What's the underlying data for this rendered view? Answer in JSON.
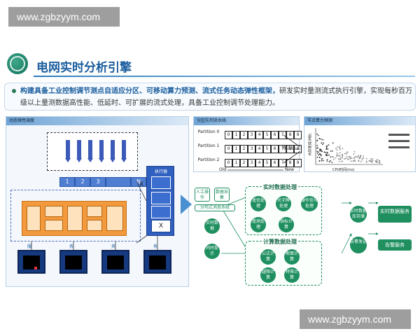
{
  "watermark": {
    "top": "www.zgbzyym.com",
    "bottom": "www.zgbzyym.com"
  },
  "header": {
    "title": "电网实时分析引擎"
  },
  "description": {
    "highlight": "构建具备工业控制调节测点自适应分区、可移动算力预测、流式任务动态弹性框架，",
    "rest": "研发实时量测流式执行引擎，实现每秒百万级以上量测数据高性能、低延时、可扩展的流式处理，具备工业控制调节处理能力。"
  },
  "left_panel": {
    "title": "动态弹性调度",
    "partitions": [
      "1",
      "2",
      "3",
      "",
      "N"
    ],
    "x_marker": "X",
    "executor_label": "执行器",
    "executor_x": "X",
    "server_labels": [
      "服",
      "务",
      "务",
      "务"
    ]
  },
  "partition_panel": {
    "title": "分区队列流水线",
    "rows": [
      {
        "label": "Partition 0",
        "cells": [
          "0",
          "1",
          "2",
          "3",
          "4",
          "5",
          "6",
          "7",
          "8",
          "9"
        ]
      },
      {
        "label": "Partition 1",
        "cells": [
          "0",
          "1",
          "2",
          "3",
          "4",
          "5",
          "6",
          "7",
          "8",
          "9"
        ]
      },
      {
        "label": "Partition 2",
        "cells": [
          "0",
          "1",
          "2",
          "3",
          "4",
          "5",
          "6",
          "7",
          "8",
          "9"
        ]
      }
    ],
    "writes_label": "Writes",
    "old_label": "Old",
    "new_label": "New"
  },
  "scatter_panel": {
    "title": "节点算力预测",
    "xlabel": "CPU时间(ms)",
    "ylabel": "内存使用(MB)"
  },
  "flow": {
    "inputs": [
      {
        "label": "人工操作"
      },
      {
        "label": "数据采集"
      },
      {
        "label": "分布式消息系统"
      },
      {
        "label": "实时数据"
      },
      {
        "label": "同时提示"
      }
    ],
    "realtime_group": {
      "title": "实时数据处理",
      "nodes": [
        "遥信处理",
        "光字牌处理",
        "操作信号处理",
        "遥测处理",
        "指标计算"
      ]
    },
    "compute_group": {
      "title": "计算数据处理",
      "nodes": [
        "公式计算",
        "断面计算",
        "越限计算",
        "特殊计算"
      ]
    },
    "merge_nodes": [
      "实时数据库存储",
      "告警发送"
    ],
    "outputs": [
      "实时数据服务",
      "告警服务"
    ]
  },
  "colors": {
    "title": "#1a5d9e",
    "flow_green": "#1f8f60",
    "partition_blue": "#4f7ed3",
    "executor_blue": "#2f5fbf",
    "orange": "#f29a3d"
  }
}
